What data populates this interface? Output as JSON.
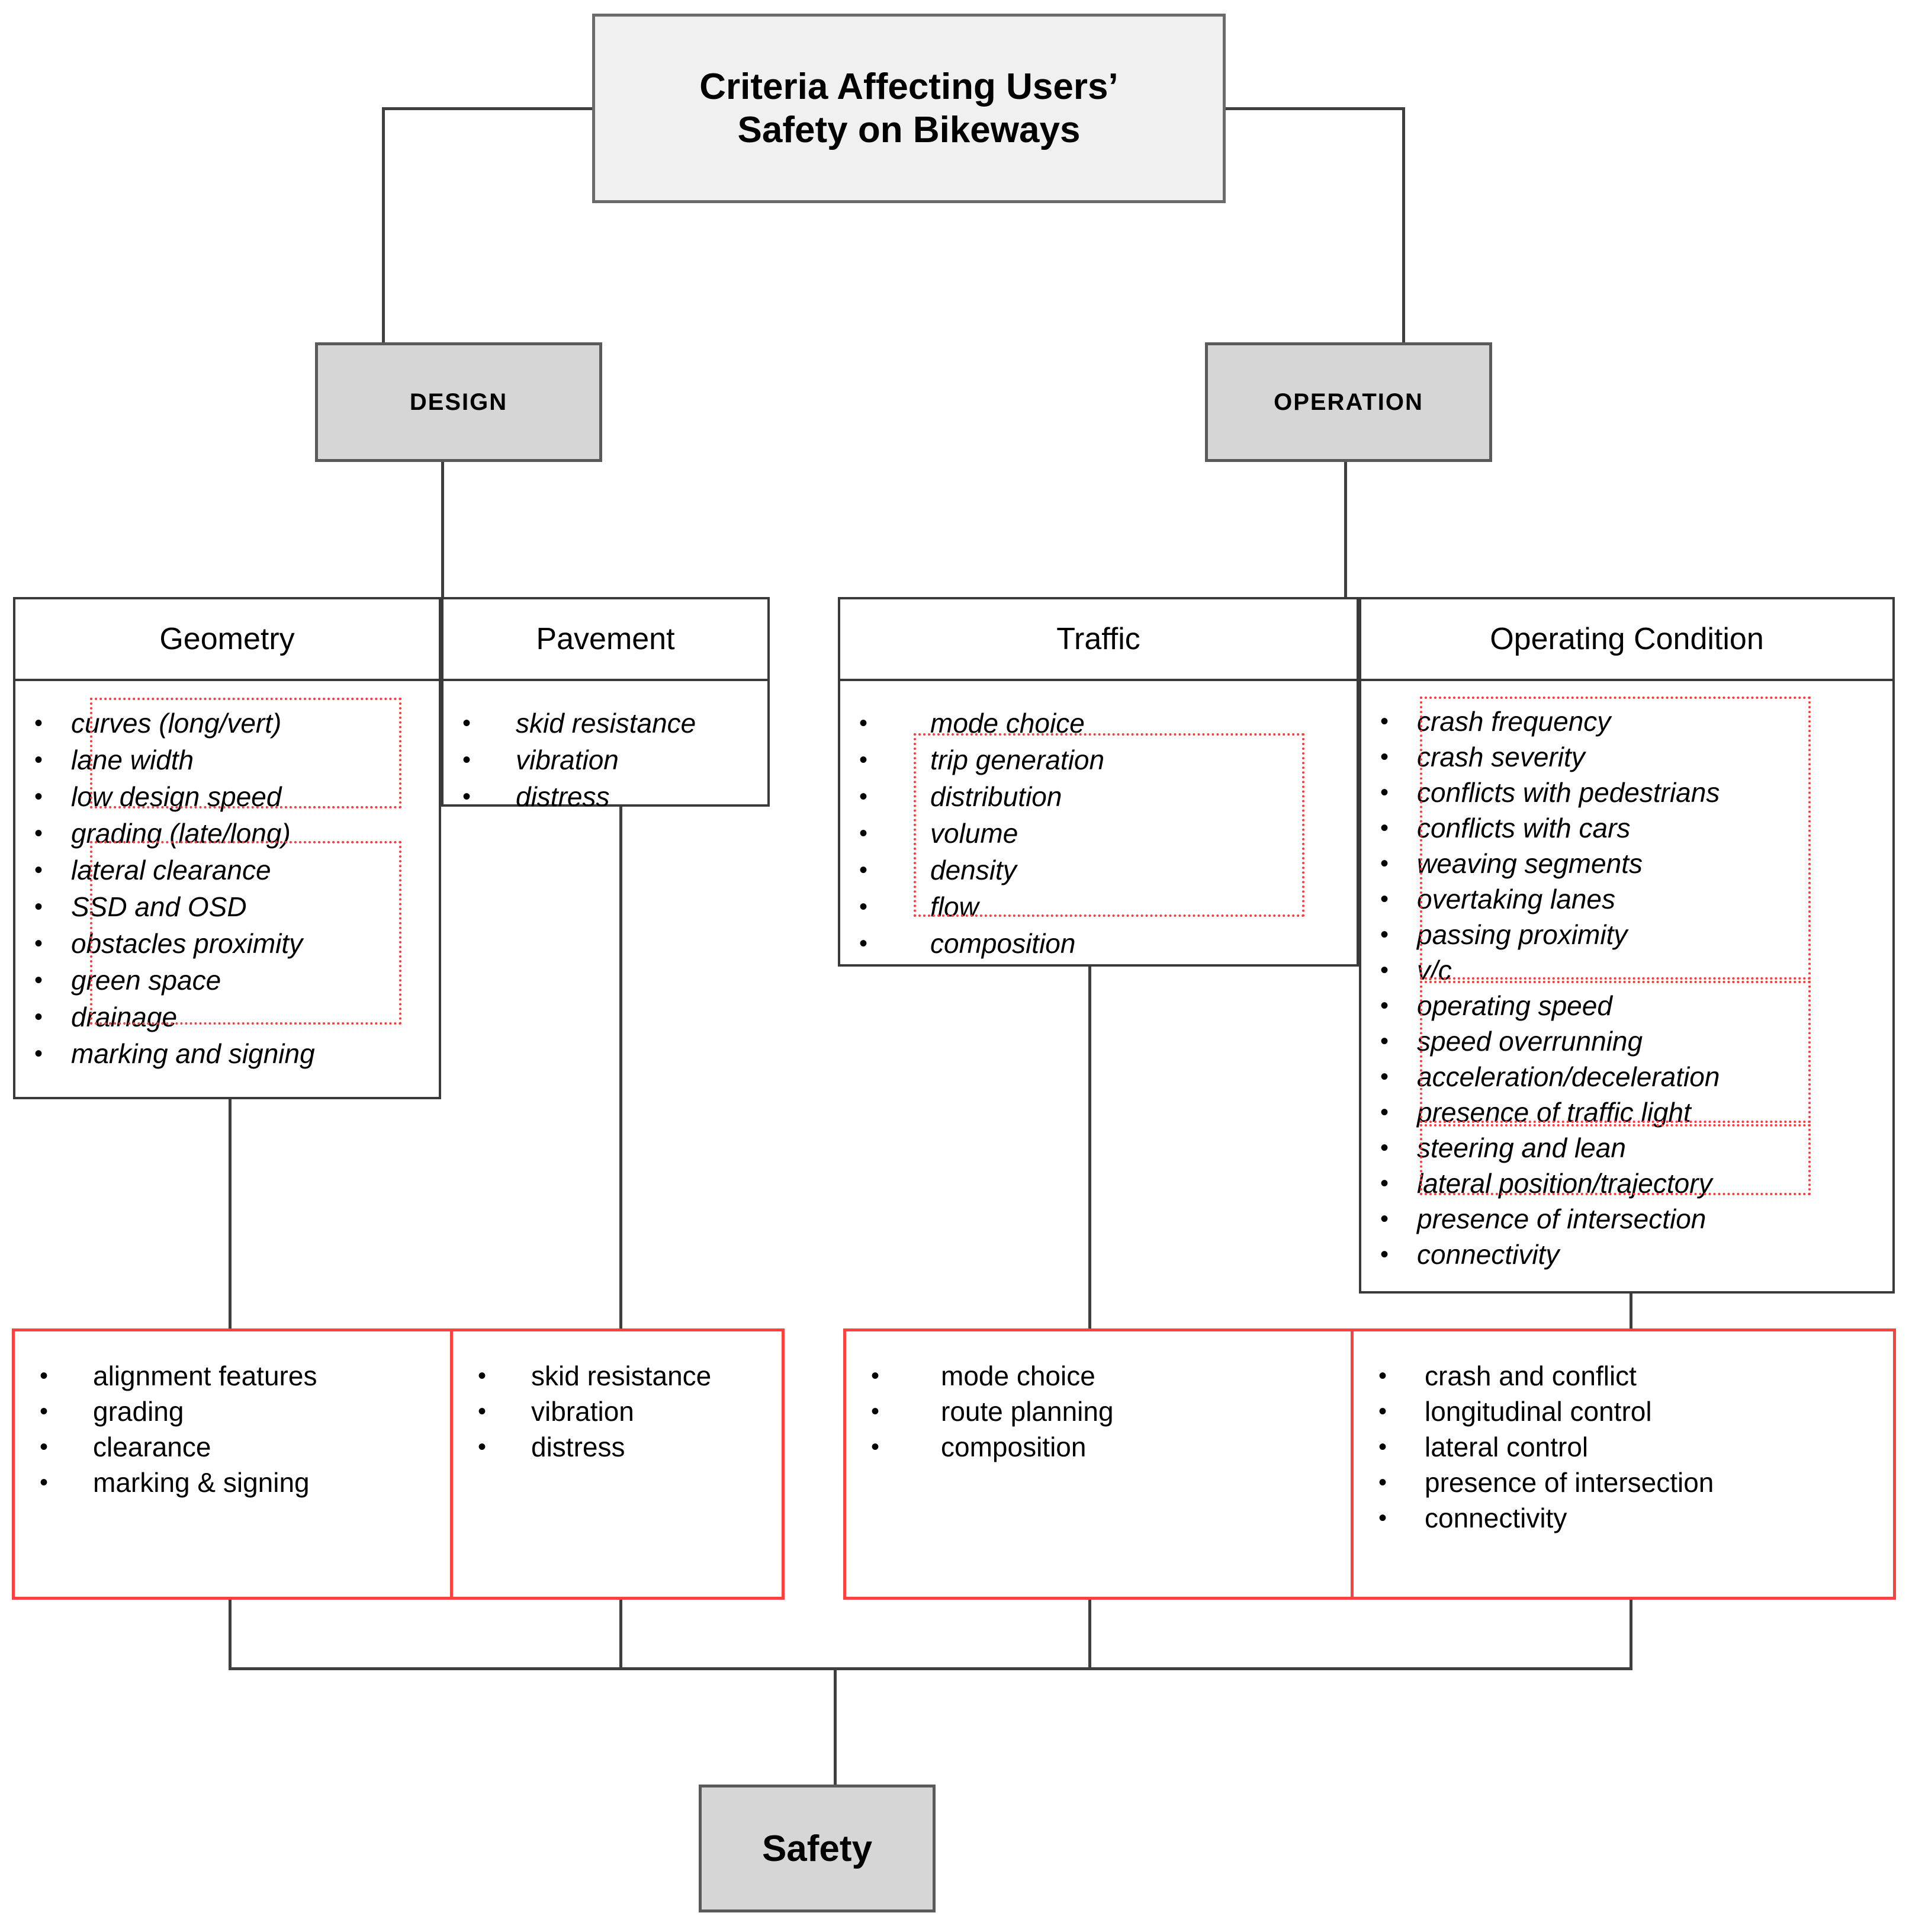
{
  "title_box": {
    "line1": "Criteria Affecting Users’",
    "line2": "Safety on Bikeways"
  },
  "branches": {
    "design": "DESIGN",
    "operation": "OPERATION"
  },
  "result_box": {
    "label": "Safety"
  },
  "colors": {
    "accent_red": "#fb4040",
    "dashed_red": "#fb3b3b",
    "box_grey_fill": "#d6d6d6",
    "title_fill": "#f0f0f0",
    "line_grey": "#3f3f3f"
  },
  "columns": [
    {
      "id": "geometry",
      "header": "Geometry",
      "items": [
        "curves (long/vert)",
        "lane width",
        "low design speed",
        "grading (late/long)",
        "lateral clearance",
        "SSD and OSD",
        "obstacles proximity",
        "green space",
        "drainage",
        "marking and signing"
      ],
      "highlight_groups": [
        {
          "from": 0,
          "to": 2
        },
        {
          "from": 4,
          "to": 8
        }
      ]
    },
    {
      "id": "pavement",
      "header": "Pavement",
      "items": [
        "skid resistance",
        "vibration",
        "distress"
      ],
      "highlight_groups": []
    },
    {
      "id": "traffic",
      "header": "Traffic",
      "items": [
        "mode choice",
        "trip generation",
        "distribution",
        "volume",
        "density",
        "flow",
        "composition"
      ],
      "highlight_groups": [
        {
          "from": 1,
          "to": 5
        }
      ]
    },
    {
      "id": "operating-condition",
      "header": "Operating Condition",
      "items": [
        "crash frequency",
        "crash severity",
        "conflicts with pedestrians",
        "conflicts with cars",
        "weaving segments",
        "overtaking lanes",
        "passing proximity",
        "v/c",
        "operating speed",
        "speed overrunning",
        "acceleration/deceleration",
        "presence of traffic light",
        "steering and lean",
        "lateral position/trajectory",
        "presence of intersection",
        "connectivity"
      ],
      "highlight_groups": [
        {
          "from": 0,
          "to": 7
        },
        {
          "from": 8,
          "to": 11
        },
        {
          "from": 12,
          "to": 13
        }
      ]
    }
  ],
  "summary_boxes": [
    {
      "id": "geometry-summary",
      "items": [
        "alignment features",
        "grading",
        "clearance",
        "marking & signing"
      ]
    },
    {
      "id": "pavement-summary",
      "items": [
        "skid resistance",
        "vibration",
        "distress"
      ]
    },
    {
      "id": "traffic-summary",
      "items": [
        "mode choice",
        "route planning",
        "composition"
      ]
    },
    {
      "id": "operating-condition-summary",
      "items": [
        "crash and conflict",
        "longitudinal control",
        "lateral control",
        "presence of intersection",
        "connectivity"
      ]
    }
  ]
}
